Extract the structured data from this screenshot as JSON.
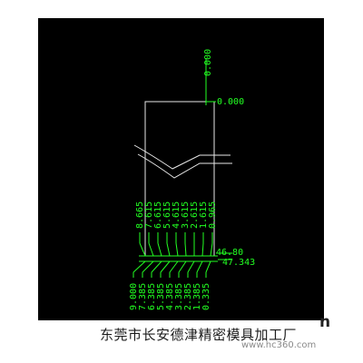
{
  "colors": {
    "background": "#000000",
    "part_outline": "#e8e8e8",
    "dimension": "#22ff22",
    "caption_text": "#1c1c1c",
    "watermark": "#8a8a8a"
  },
  "drawing": {
    "top_label": "0.000",
    "origin_label": "0.000",
    "upper_ordinates": [
      "8.665",
      "7.615",
      "6.615",
      "5.615",
      "4.615",
      "3.615",
      "2.615",
      "1.615",
      "0.965"
    ],
    "lower_ordinates": [
      "9.000",
      "7.385",
      "6.385",
      "5.385",
      "4.385",
      "3.385",
      "2.385",
      "1.385",
      "0.335"
    ],
    "right_dim_1": "46.80",
    "right_dim_2": "47.343"
  },
  "caption": {
    "company": "东莞市长安德津精密模具加工厂",
    "site": "www.hc360.com",
    "mark": "n"
  }
}
